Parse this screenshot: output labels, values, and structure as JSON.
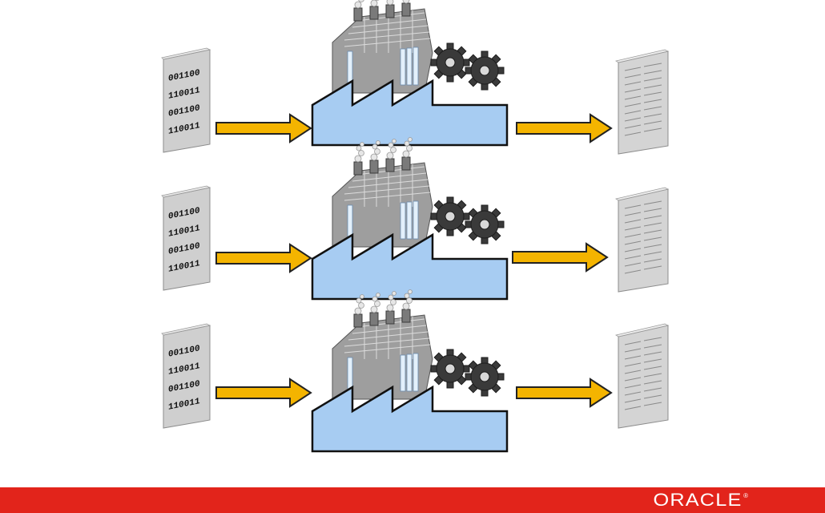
{
  "diagram": {
    "input_doc": {
      "lines": [
        "001100",
        "110011",
        "001100",
        "110011"
      ],
      "color": "#c9c9c9"
    },
    "arrow_color": "#f4b400",
    "factory_color": "#a7ccf2",
    "output_doc_color": "#cfcfcf",
    "rows": 3
  },
  "footer": {
    "brand_color": "#e2241b",
    "logo_text": "ORACLE",
    "logo_mark": "®"
  }
}
